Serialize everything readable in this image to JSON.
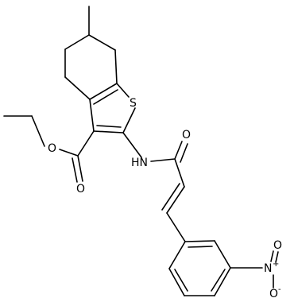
{
  "molecule": {
    "atom_labels": {
      "sulfur": "S",
      "ester_oxygen": "O",
      "carbonyl_oxygen_ester": "O",
      "amide_nitrogen": "HN",
      "amide_oxygen": "O",
      "nitro_nitrogen": "N",
      "nitro_nitrogen_charge": "+",
      "nitro_oxygen_double": "O",
      "nitro_oxygen_single": "O",
      "nitro_oxygen_charge": "-"
    }
  }
}
